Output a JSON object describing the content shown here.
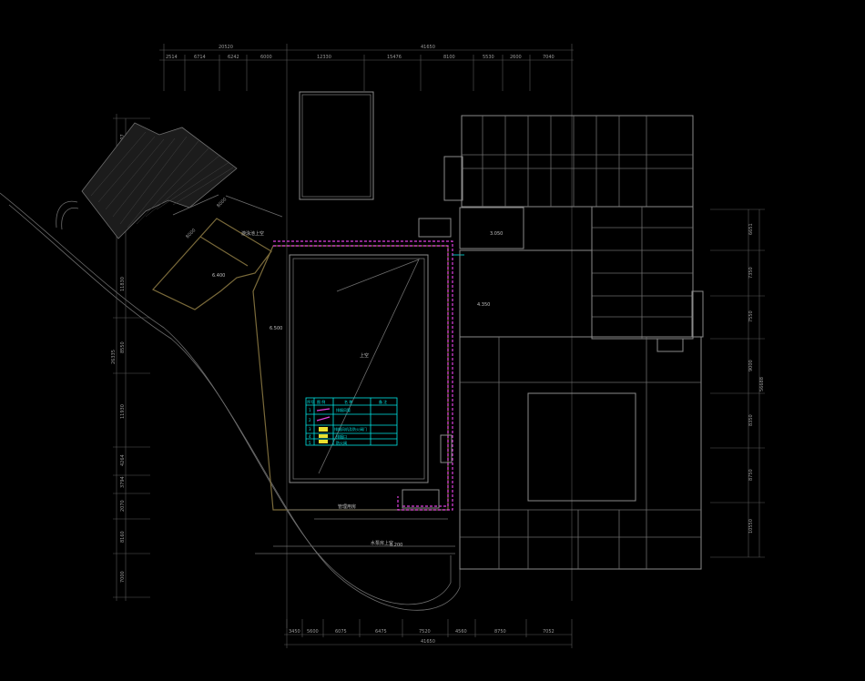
{
  "drawing": {
    "top_dims_overall": [
      "20520",
      "41650"
    ],
    "top_dims": [
      "2514",
      "6714",
      "6242",
      "6000",
      "12330",
      "15476",
      "8100",
      "5530",
      "2600",
      "7040"
    ],
    "bottom_dims": [
      "3450",
      "5600",
      "6075",
      "6475",
      "7520",
      "4560",
      "8750",
      "7052"
    ],
    "bottom_overall": "41650",
    "left_dims": [
      "1907",
      "11830",
      "8550",
      "11930",
      "4264",
      "3794",
      "2070",
      "8160",
      "7000"
    ],
    "left_overall": "26335",
    "right_dims": [
      "6651",
      "7350",
      "7550",
      "9000",
      "8350",
      "8750",
      "10550"
    ],
    "right_overall": "56688",
    "labels": {
      "elev_left": "6.400",
      "elev_main": "6.500",
      "elev_top": "3.050",
      "elev_right": "4.350",
      "elev_bottom": "0.200",
      "zone_top": "游泳池上空",
      "zone_center": "上空",
      "zone_bottom": "管理用房",
      "zone_bottom2": "水泵房上空",
      "dim_left_a": "8000",
      "dim_left_b": "8000"
    },
    "legend": {
      "headers": [
        "序号",
        "图 例",
        "名 称",
        "备 注"
      ],
      "rows": [
        [
          "1",
          "",
          "排烟风管",
          ""
        ],
        [
          "2",
          "",
          "",
          ""
        ],
        [
          "3",
          "",
          "排烟风机及防火阀门",
          ""
        ],
        [
          "4",
          "",
          "排烟口",
          ""
        ],
        [
          "5",
          "",
          "防火阀",
          ""
        ]
      ]
    },
    "colors": {
      "background": "#000000",
      "walls": "#8a8a8a",
      "duct": "#e040e0",
      "legend": "#00e5e5",
      "accent_gold": "#7a6a3a"
    }
  }
}
